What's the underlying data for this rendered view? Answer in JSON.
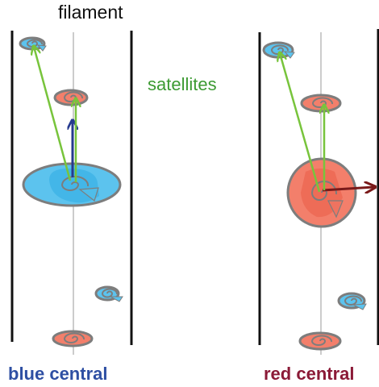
{
  "labels": {
    "filament": "filament",
    "satellites": "satellites",
    "caption_left": "blue central",
    "caption_right": "red central"
  },
  "colors": {
    "satellites_text": "#3c9a32",
    "caption_blue": "#2e4fa3",
    "caption_red": "#8b1a37",
    "satellite_arrow": "#78c43c",
    "blue_spin_arrow": "#263a8f",
    "red_spin_arrow": "#7a1a1a",
    "blue_fill": "#5cc3ee",
    "red_fill": "#f37f6b",
    "galaxy_outline": "#7d7d7d",
    "filament_line": "#999999",
    "wall": "#111111"
  },
  "icons": {
    "galaxy": "spiral-galaxy-icon",
    "satellite": "satellite-galaxy-icon"
  }
}
